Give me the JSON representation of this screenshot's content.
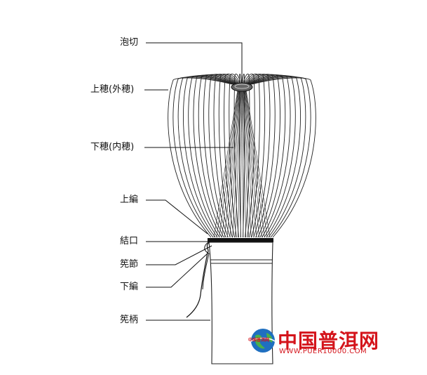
{
  "labels": {
    "awagiri": "泡切",
    "outer_tines": "上穂(外穂)",
    "inner_tines": "下穂(内穂)",
    "upper_weave": "上編",
    "knot": "結口",
    "node": "筅節",
    "lower_weave": "下編",
    "handle": "筅柄"
  },
  "watermark": {
    "name": "中国普洱网",
    "url": "WWW.PUER10000.COM",
    "globe_text": "中国普洱网"
  },
  "colors": {
    "line": "#111111",
    "watermark_red": "#d4141b",
    "globe_blue": "#1f6fc0"
  }
}
